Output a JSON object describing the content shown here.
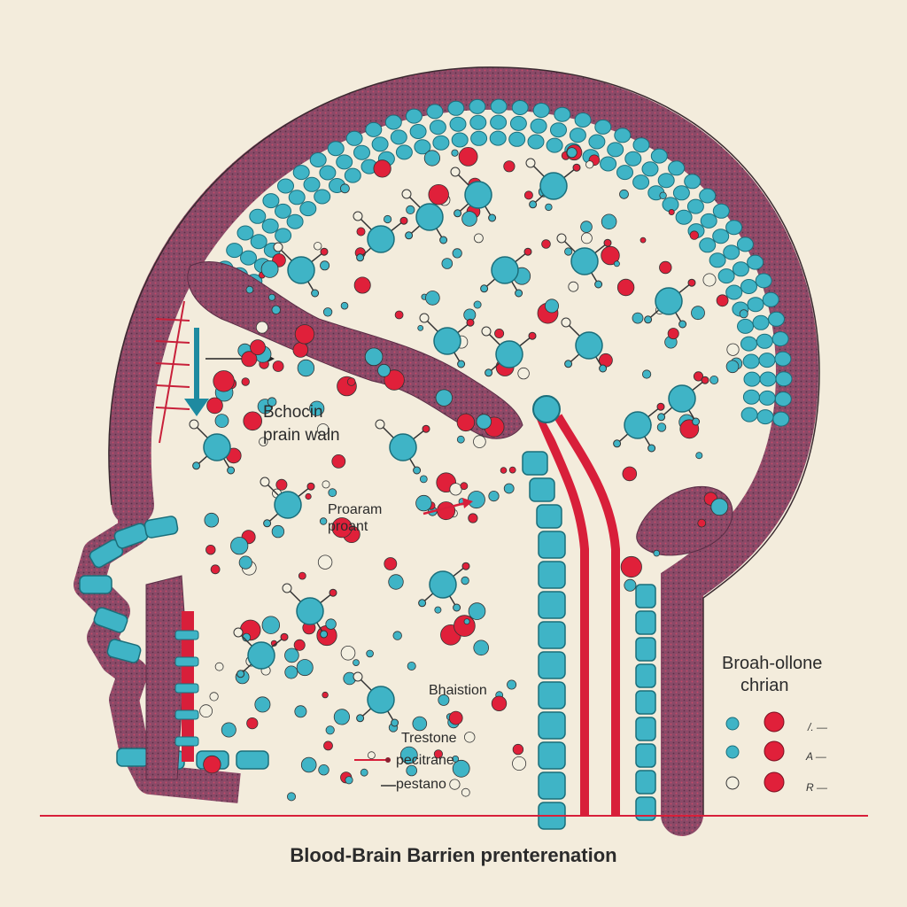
{
  "title": "Blood-Brain Barrien prenterenation",
  "labels": {
    "label_a_line1": "Bchocin",
    "label_a_line2": "prain waln",
    "label_b_line1": "Proaram",
    "label_b_line2": "proant",
    "label_c": "Bhaistion",
    "label_d_line1": "Trestone",
    "label_d_line2": "pecitrane",
    "label_d_line3": "pestano"
  },
  "legend": {
    "title_line1": "Broah-ollone",
    "title_line2": "chrian",
    "rows": [
      {
        "value": "/. —"
      },
      {
        "value": "A —"
      },
      {
        "value": "R —"
      }
    ]
  },
  "colors": {
    "background": "#f3ecdc",
    "barrier": "#8a4a68",
    "cell": "#3fb4c6",
    "red_particle": "#e0203a",
    "blue_particle": "#3fb4c6",
    "white_particle": "#f3efe0",
    "vessel": "#d81f3a"
  }
}
